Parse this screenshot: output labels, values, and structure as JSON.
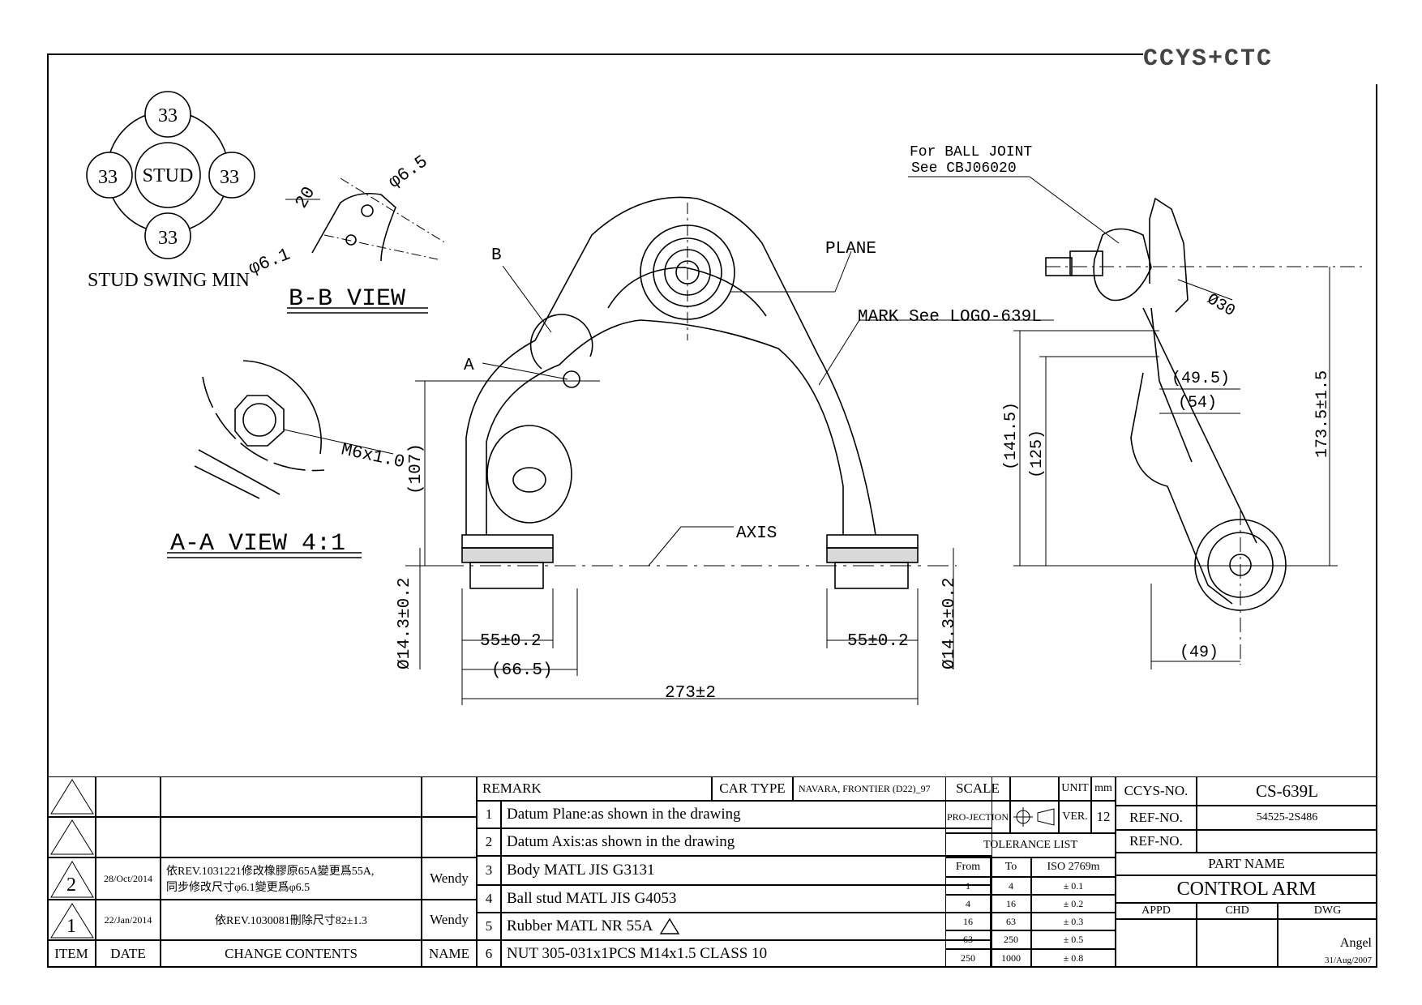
{
  "logo": {
    "text": "CCYS+CTC"
  },
  "labels": {
    "stud_swing": "STUD SWING MIN",
    "stud": "STUD",
    "angle": "33",
    "bb_view": "B-B VIEW",
    "aa_view": "A-A VIEW 4:1",
    "b_marker": "B",
    "a_marker": "A",
    "plane": "PLANE",
    "mark": "MARK See LOGO-639L",
    "axis": "AXIS",
    "ball_joint_1": "For BALL JOINT",
    "ball_joint_2": "See CBJ06020",
    "m6": "M6x1.0",
    "d65": "φ6.5",
    "d61": "φ6.1",
    "d20": "20",
    "d107": "(107)",
    "d1415": "(141.5)",
    "d125": "(125)",
    "d1735": "173.5±1.5",
    "d495": "(49.5)",
    "d54": "(54)",
    "d49": "(49)",
    "d30": "Ø30",
    "d55a": "55±0.2",
    "d55b": "55±0.2",
    "d665": "(66.5)",
    "d273": "273±2",
    "d143a": "Ø14.3±0.2",
    "d143b": "Ø14.3±0.2"
  },
  "revisions": {
    "rows": [
      {
        "mark": "",
        "date": "",
        "content": "",
        "name": ""
      },
      {
        "mark": "",
        "date": "",
        "content": "",
        "name": ""
      },
      {
        "mark": "2",
        "date": "28/Oct/2014",
        "content1": "依REV.1031221修改橡膠原65A變更爲55A,",
        "content2": "同步修改尺寸φ6.1變更爲φ6.5",
        "name": "Wendy"
      },
      {
        "mark": "1",
        "date": "22/Jan/2014",
        "content": "依REV.1030081刪除尺寸82±1.3",
        "name": "Wendy"
      }
    ],
    "headers": {
      "item": "ITEM",
      "date": "DATE",
      "change": "CHANGE CONTENTS",
      "name": "NAME"
    }
  },
  "remarks": {
    "title": "REMARK",
    "car_type_label": "CAR TYPE",
    "car_type": "NAVARA, FRONTIER (D22)_97",
    "items": [
      {
        "no": "1",
        "text": "Datum Plane:as shown in the drawing"
      },
      {
        "no": "2",
        "text": "Datum Axis:as shown in the drawing"
      },
      {
        "no": "3",
        "text": "Body MATL JIS G3131"
      },
      {
        "no": "4",
        "text": "Ball stud MATL JIS G4053"
      },
      {
        "no": "5",
        "text": "Rubber MATL NR 55A"
      },
      {
        "no": "6",
        "text": "NUT 305-031x1PCS M14x1.5 CLASS 10"
      }
    ]
  },
  "spec": {
    "scale": "SCALE",
    "unit": "UNIT",
    "unit_value": "mm",
    "projection": "PRO-JECTION",
    "ver": "VER.",
    "ver_value": "12",
    "tolerance_title": "TOLERANCE LIST",
    "tol_headers": [
      "From",
      "To",
      "ISO 2769m"
    ],
    "tol_rows": [
      [
        "1",
        "4",
        "± 0.1"
      ],
      [
        "4",
        "16",
        "± 0.2"
      ],
      [
        "16",
        "63",
        "± 0.3"
      ],
      [
        "63",
        "250",
        "± 0.5"
      ],
      [
        "250",
        "1000",
        "± 0.8"
      ]
    ]
  },
  "part": {
    "ccys_label": "CCYS-NO.",
    "ccys_no": "CS-639L",
    "ref_label": "REF-NO.",
    "ref_no": "54525-2S486",
    "ref_label2": "REF-NO.",
    "ref_no2": "",
    "part_name_label": "PART NAME",
    "part_name": "CONTROL ARM",
    "appd": "APPD",
    "chd": "CHD",
    "dwg": "DWG",
    "drawer": "Angel",
    "date": "31/Aug/2007"
  }
}
